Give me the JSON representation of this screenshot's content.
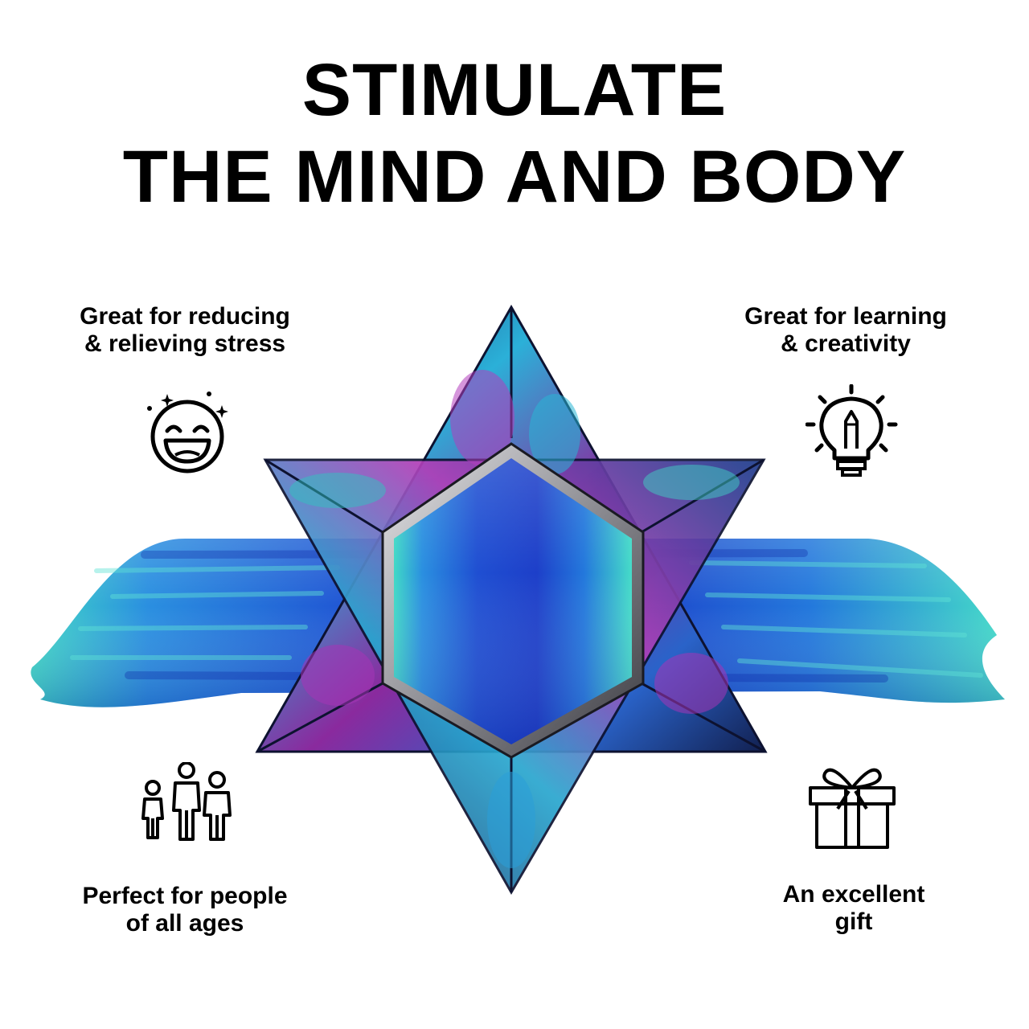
{
  "headline": {
    "line1": "STIMULATE",
    "line2": "THE MIND AND BODY"
  },
  "features": {
    "stress": {
      "line1": "Great for reducing",
      "line2": "& relieving stress",
      "icon": "smiling-face-icon"
    },
    "learning": {
      "line1": "Great for learning",
      "line2": "& creativity",
      "icon": "lightbulb-pencil-icon"
    },
    "ages": {
      "line1": "Perfect for people",
      "line2": "of all ages",
      "icon": "family-people-icon"
    },
    "gift": {
      "line1": "An excellent",
      "line2": "gift",
      "icon": "gift-box-icon"
    }
  },
  "colors": {
    "text": "#000000",
    "background": "#ffffff",
    "brush_blue": "#1a3fc8",
    "brush_teal": "#2fd3c6",
    "star_purple": "#8a2a9e",
    "star_blue": "#1f6fd6"
  }
}
